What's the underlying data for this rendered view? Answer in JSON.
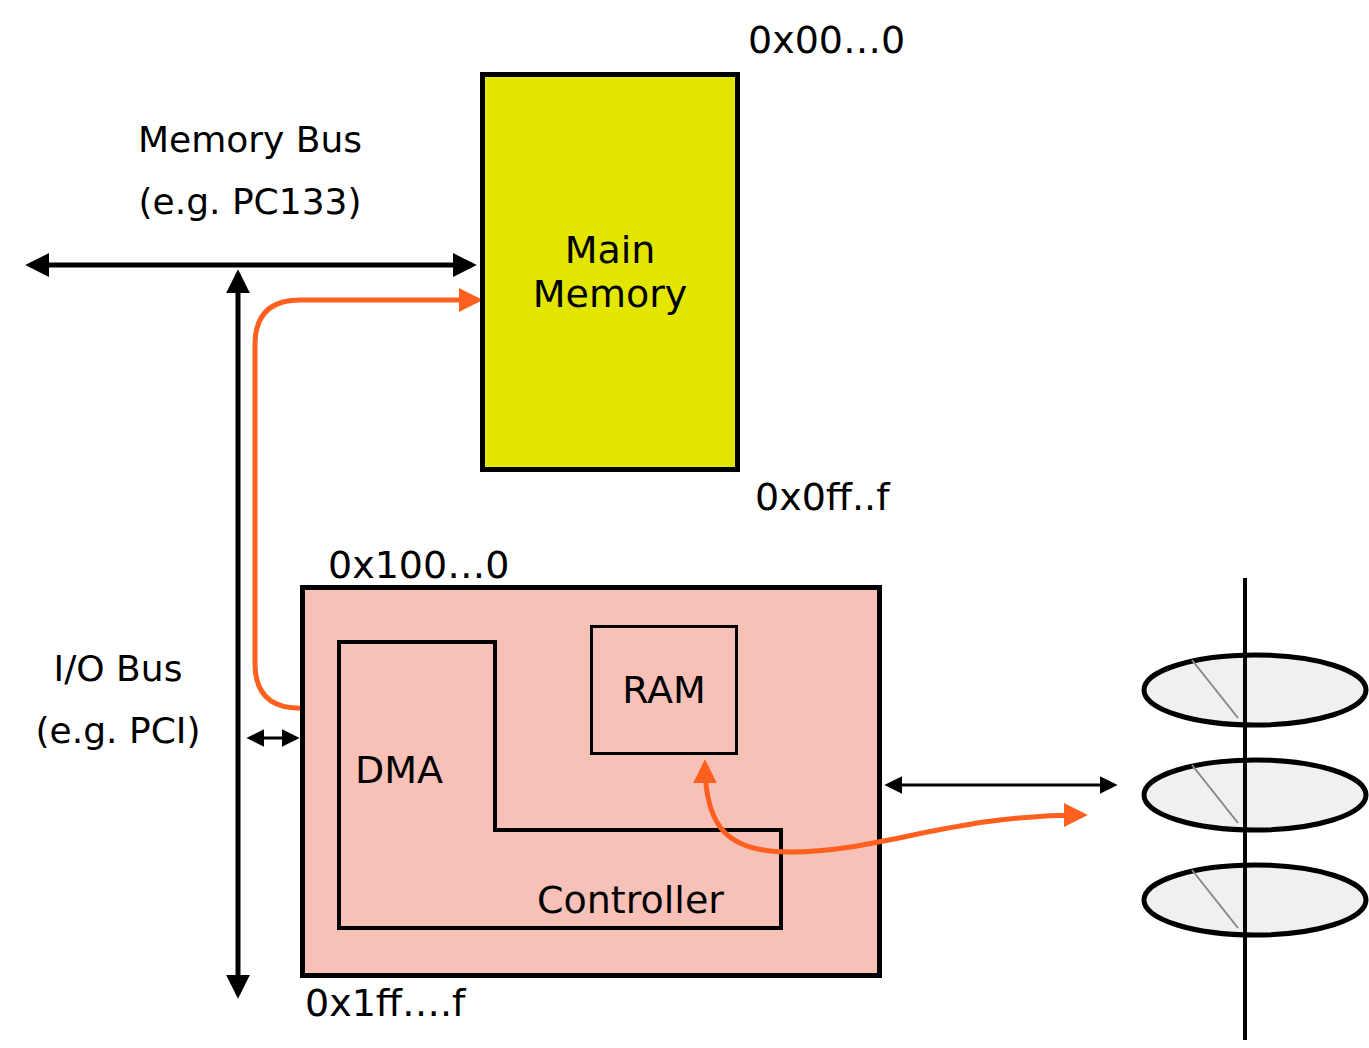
{
  "diagram": {
    "nodes": [
      {
        "text": [
          "0x00…0",
          "Main Memory",
          "0x0ff..f"
        ]
      },
      {
        "text": [
          "0x100…0",
          "0x1ff….f"
        ]
      },
      {
        "text": [
          "DMA",
          "Controller"
        ],
        "in": 1
      },
      {
        "text": [
          "RAM"
        ],
        "in": 1
      }
    ],
    "edges": [
      {
        "from": 0,
        "to": 3,
        "arrow": "both"
      }
    ],
    "labels": [
      "Memory Bus (e.g. PC133)",
      "I/O Bus (e.g. PCI)"
    ]
  }
}
